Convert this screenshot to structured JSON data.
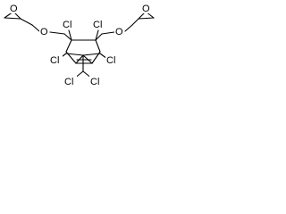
{
  "structure": {
    "atoms": [
      {
        "id": "o-epox-left",
        "label": "O"
      },
      {
        "id": "o-ether-left",
        "label": "O"
      },
      {
        "id": "cl-upper-left",
        "label": "Cl"
      },
      {
        "id": "cl-upper-right",
        "label": "Cl"
      },
      {
        "id": "o-ether-right",
        "label": "O"
      },
      {
        "id": "o-epox-right",
        "label": "O"
      },
      {
        "id": "cl-left",
        "label": "Cl"
      },
      {
        "id": "cl-right",
        "label": "Cl"
      },
      {
        "id": "cl-bottom-left",
        "label": "Cl"
      },
      {
        "id": "cl-bottom-right",
        "label": "Cl"
      }
    ],
    "colors": {
      "ink": "#000000",
      "background": "#ffffff"
    }
  }
}
